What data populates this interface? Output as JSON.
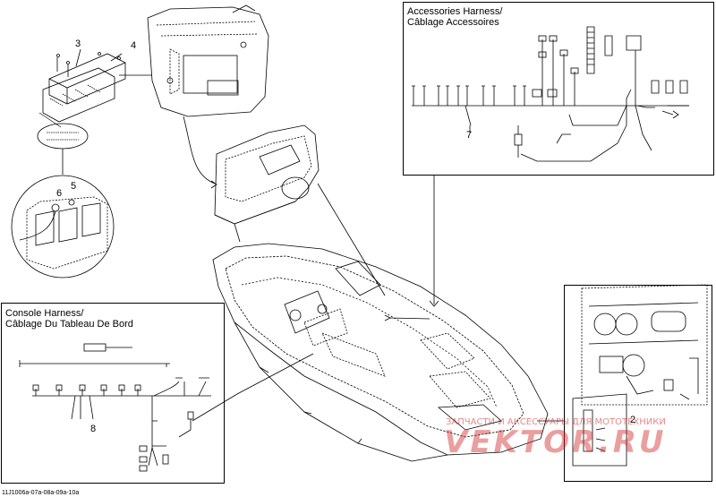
{
  "accessories_box": {
    "title_line1": "Accessories Harness/",
    "title_line2": "Câblage Accessoires"
  },
  "console_box": {
    "title_line1": "Console Harness/",
    "title_line2": "Câblage Du Tableau De Bord"
  },
  "callouts": {
    "c2": "2",
    "c3": "3",
    "c4": "4",
    "c5": "5",
    "c6": "6",
    "c7": "7",
    "c8": "8"
  },
  "footer_code": "11J1006a-07a-08a-09a-10a",
  "watermark": {
    "subtitle": "ЗАПЧАСТИ И АКСЕССУАРЫ ДЛЯ МОТОТЕХНИКИ",
    "brand": "VEKTOR.RU"
  }
}
